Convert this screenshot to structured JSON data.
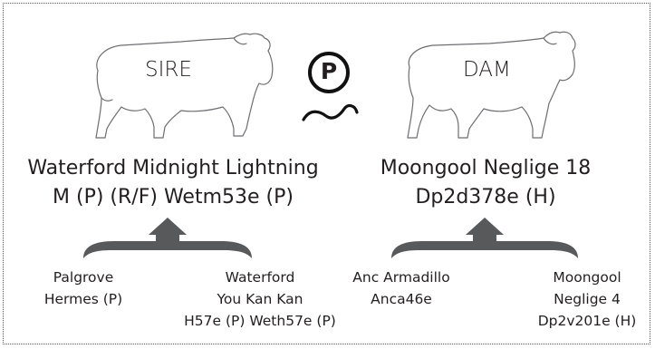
{
  "sire": {
    "label": "SIRE",
    "name_line1": "Waterford Midnight Lightning",
    "name_line2": "M (P) (R/F) Wetm53e (P)",
    "parent_left": {
      "line1": "Palgrove",
      "line2": "Hermes (P)"
    },
    "parent_right": {
      "line1": "Waterford",
      "line2": "You Kan Kan",
      "line3": "H57e (P) Weth57e (P)"
    }
  },
  "dam": {
    "label": "DAM",
    "name_line1": "Moongool Neglige 18",
    "name_line2": "Dp2d378e (H)",
    "parent_left": {
      "line1": "Anc Armadillo",
      "line2": "Anca46e"
    },
    "parent_right": {
      "line1": "Moongool",
      "line2": "Neglige 4",
      "line3": "Dp2v201e (H)"
    }
  },
  "poll_symbol": "P",
  "colors": {
    "text": "#231f20",
    "arrow": "#58595b",
    "outline": "#555555"
  }
}
